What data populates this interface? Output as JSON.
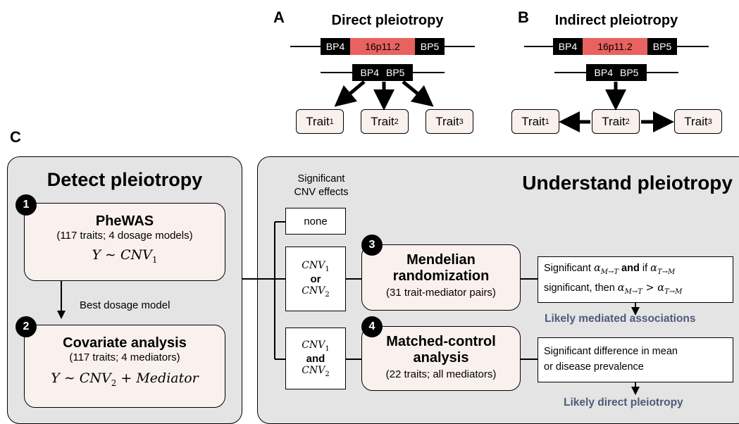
{
  "panel_a": {
    "letter": "A",
    "title": "Direct pleiotropy",
    "bp4": "BP4",
    "region": "16p11.2",
    "bp5": "BP5",
    "traits": [
      {
        "base": "Trait",
        "sub": "1"
      },
      {
        "base": "Trait",
        "sub": "2"
      },
      {
        "base": "Trait",
        "sub": "3"
      }
    ]
  },
  "panel_b": {
    "letter": "B",
    "title": "Indirect pleiotropy",
    "bp4": "BP4",
    "region": "16p11.2",
    "bp5": "BP5",
    "traits": [
      {
        "base": "Trait",
        "sub": "1"
      },
      {
        "base": "Trait",
        "sub": "2"
      },
      {
        "base": "Trait",
        "sub": "3"
      }
    ]
  },
  "panel_c": {
    "letter": "C",
    "detect": {
      "title": "Detect pleiotropy",
      "step1": {
        "number": "1",
        "title": "PheWAS",
        "subtitle": "(117 traits; 4 dosage models)",
        "formula_lhs": "Y ∼ CNV",
        "formula_sub": "1"
      },
      "arrow_label": "Best dosage model",
      "step2": {
        "number": "2",
        "title": "Covariate analysis",
        "subtitle": "(117 traits; 4 mediators)",
        "formula_lhs": "Y ∼ CNV",
        "formula_sub": "2",
        "formula_rhs": " + Mediator"
      }
    },
    "understand": {
      "title": "Understand pleiotropy",
      "sig_label_line1": "Significant",
      "sig_label_line2": "CNV effects",
      "cond_none": "none",
      "cond_or": {
        "top": "CNV",
        "top_sub": "1",
        "word": "or",
        "bottom": "CNV",
        "bottom_sub": "2"
      },
      "cond_and": {
        "top": "CNV",
        "top_sub": "1",
        "word": "and",
        "bottom": "CNV",
        "bottom_sub": "2"
      },
      "step3": {
        "number": "3",
        "title_line1": "Mendelian",
        "title_line2": "randomization",
        "subtitle": "(31 trait-mediator pairs)"
      },
      "step4": {
        "number": "4",
        "title_line1": "Matched-control",
        "title_line2": "analysis",
        "subtitle": "(22 traits; all mediators)"
      },
      "result3": {
        "text1": "Significant ",
        "alpha_mt": "α",
        "sub_mt": "M→T",
        "and_word": " and",
        "text2": " if ",
        "alpha_tm": "α",
        "sub_tm": "T→M",
        "line2_text": "significant, then ",
        "alpha_mt2": "α",
        "sub_mt2": "M→T",
        "gt": " > ",
        "alpha_tm2": "α",
        "sub_tm2": "T→M"
      },
      "outcome3": "Likely mediated associations",
      "result4": {
        "line1": "Significant difference in mean",
        "line2": "or disease prevalence"
      },
      "outcome4": "Likely direct pleiotropy"
    }
  }
}
